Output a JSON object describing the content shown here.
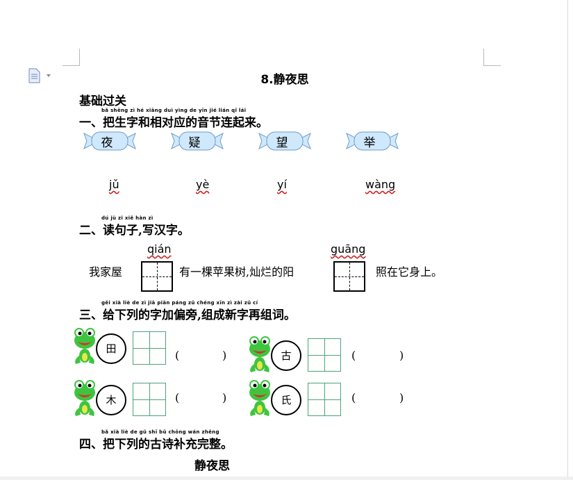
{
  "title": "8.静夜思",
  "sections": {
    "basics": "基础过关",
    "s1": {
      "pinyin": "bǎ shēng zì hé xiāng duì yìng de yīn jié lián qǐ lái",
      "title": "一、把生字和相对应的音节连起来。"
    },
    "s2": {
      "pinyin": "dú jù zi   xiě hàn zì",
      "title": "二、读句子,写汉字。"
    },
    "s3": {
      "pinyin": "gěi xià liè de zì jiā piān páng  zǔ chéng xīn zì zài zǔ cí",
      "title": "三、给下列的字加偏旁,组成新字再组词。"
    },
    "s4": {
      "pinyin": "bǎ xià liè de gǔ shī bǔ chōng wán zhěng",
      "title": "四、把下列的古诗补充完整。"
    }
  },
  "candies": [
    "夜",
    "疑",
    "望",
    "举"
  ],
  "syllables": [
    "jǔ",
    "yè",
    "yí",
    "wàng"
  ],
  "sentence": {
    "pinyin1": "qián",
    "pinyin2": "guāng",
    "part1": "我家屋",
    "part2": "有一棵苹果树,灿烂的阳",
    "part3": "照在它身上。"
  },
  "radicals": [
    "田",
    "古",
    "木",
    "氏"
  ],
  "paren_open": "(",
  "paren_close": ")",
  "poem_title": "静夜思",
  "colors": {
    "frog_green": "#3fc43f",
    "candy_blue": "#cfe8fb",
    "grid_green": "#4aa27a"
  }
}
